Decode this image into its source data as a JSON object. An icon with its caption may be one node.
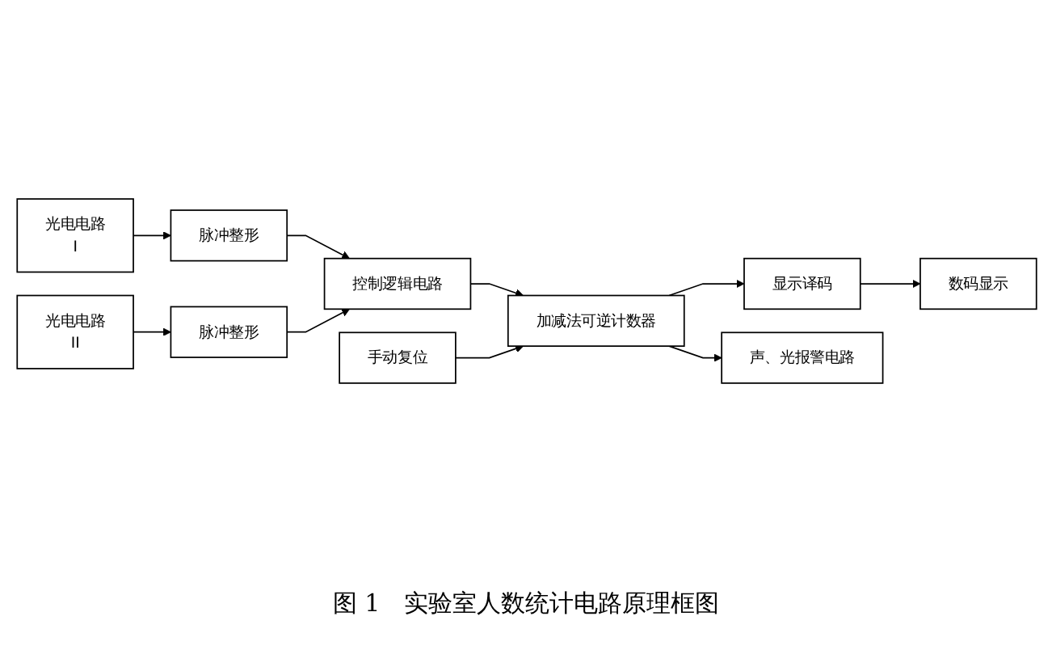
{
  "diagram": {
    "caption": "图 1　实验室人数统计电路原理框图",
    "nodes": [
      {
        "text": [
          "光电电路",
          "I"
        ]
      },
      {
        "text": [
          "脉冲整形"
        ]
      },
      {
        "text": [
          "光电电路",
          "II"
        ]
      },
      {
        "text": [
          "脉冲整形"
        ]
      },
      {
        "text": [
          "控制逻辑电路"
        ]
      },
      {
        "text": [
          "加减法可逆计数器"
        ]
      },
      {
        "text": [
          "手动复位"
        ]
      },
      {
        "text": [
          "显示译码"
        ]
      },
      {
        "text": [
          "数码显示"
        ]
      },
      {
        "text": [
          "声、光报警电路"
        ]
      }
    ],
    "edges": [
      {
        "from": 0,
        "to": 1,
        "arrow": "to"
      },
      {
        "from": 2,
        "to": 3,
        "arrow": "to"
      },
      {
        "from": 1,
        "to": 4,
        "arrow": "to"
      },
      {
        "from": 3,
        "to": 4,
        "arrow": "to"
      },
      {
        "from": 4,
        "to": 5,
        "arrow": "to"
      },
      {
        "from": 6,
        "to": 5,
        "arrow": "to"
      },
      {
        "from": 5,
        "to": 7,
        "arrow": "to"
      },
      {
        "from": 7,
        "to": 8,
        "arrow": "to"
      },
      {
        "from": 5,
        "to": 9,
        "arrow": "to"
      }
    ]
  }
}
